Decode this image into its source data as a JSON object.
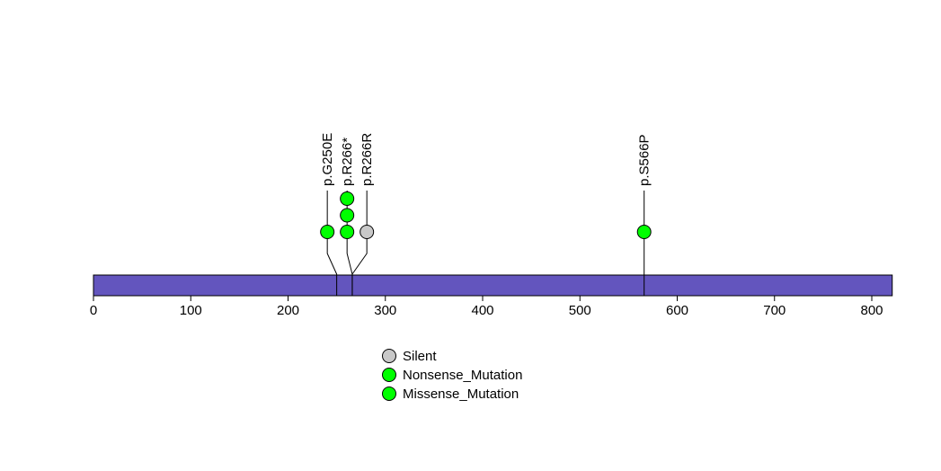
{
  "figure": {
    "background_color": "#FFFFFF",
    "title": ""
  },
  "chart_data": {
    "type": "lollipop",
    "description": "Protein mutation lollipop plot with amino-acid position axis",
    "title": "",
    "xlabel": "",
    "ylabel": "",
    "xlim": [
      0,
      821
    ],
    "protein_length": 821,
    "axis_ticks": [
      0,
      100,
      200,
      300,
      400,
      500,
      600,
      700,
      800
    ],
    "grid": false,
    "backbone_color": "#6355BE",
    "backbone_border_color": "#000000",
    "stem_color": "#000000",
    "mutations": [
      {
        "label": "p.G250E",
        "position": 250,
        "count": 1,
        "mutation_type": "Missense_Mutation",
        "color": "#00FF00"
      },
      {
        "label": "p.R266*",
        "position": 266,
        "count": 3,
        "mutation_type": "Nonsense_Mutation",
        "color": "#00FF00"
      },
      {
        "label": "p.R266R",
        "position": 266,
        "count": 1,
        "mutation_type": "Silent",
        "color": "#C8C8C8"
      },
      {
        "label": "p.S566P",
        "position": 566,
        "count": 1,
        "mutation_type": "Missense_Mutation",
        "color": "#00FF00"
      }
    ],
    "legend": {
      "position": "bottom-center",
      "items": [
        {
          "label": "Silent",
          "color": "#C8C8C8"
        },
        {
          "label": "Nonsense_Mutation",
          "color": "#00FF00"
        },
        {
          "label": "Missense_Mutation",
          "color": "#00FF00"
        }
      ]
    }
  }
}
